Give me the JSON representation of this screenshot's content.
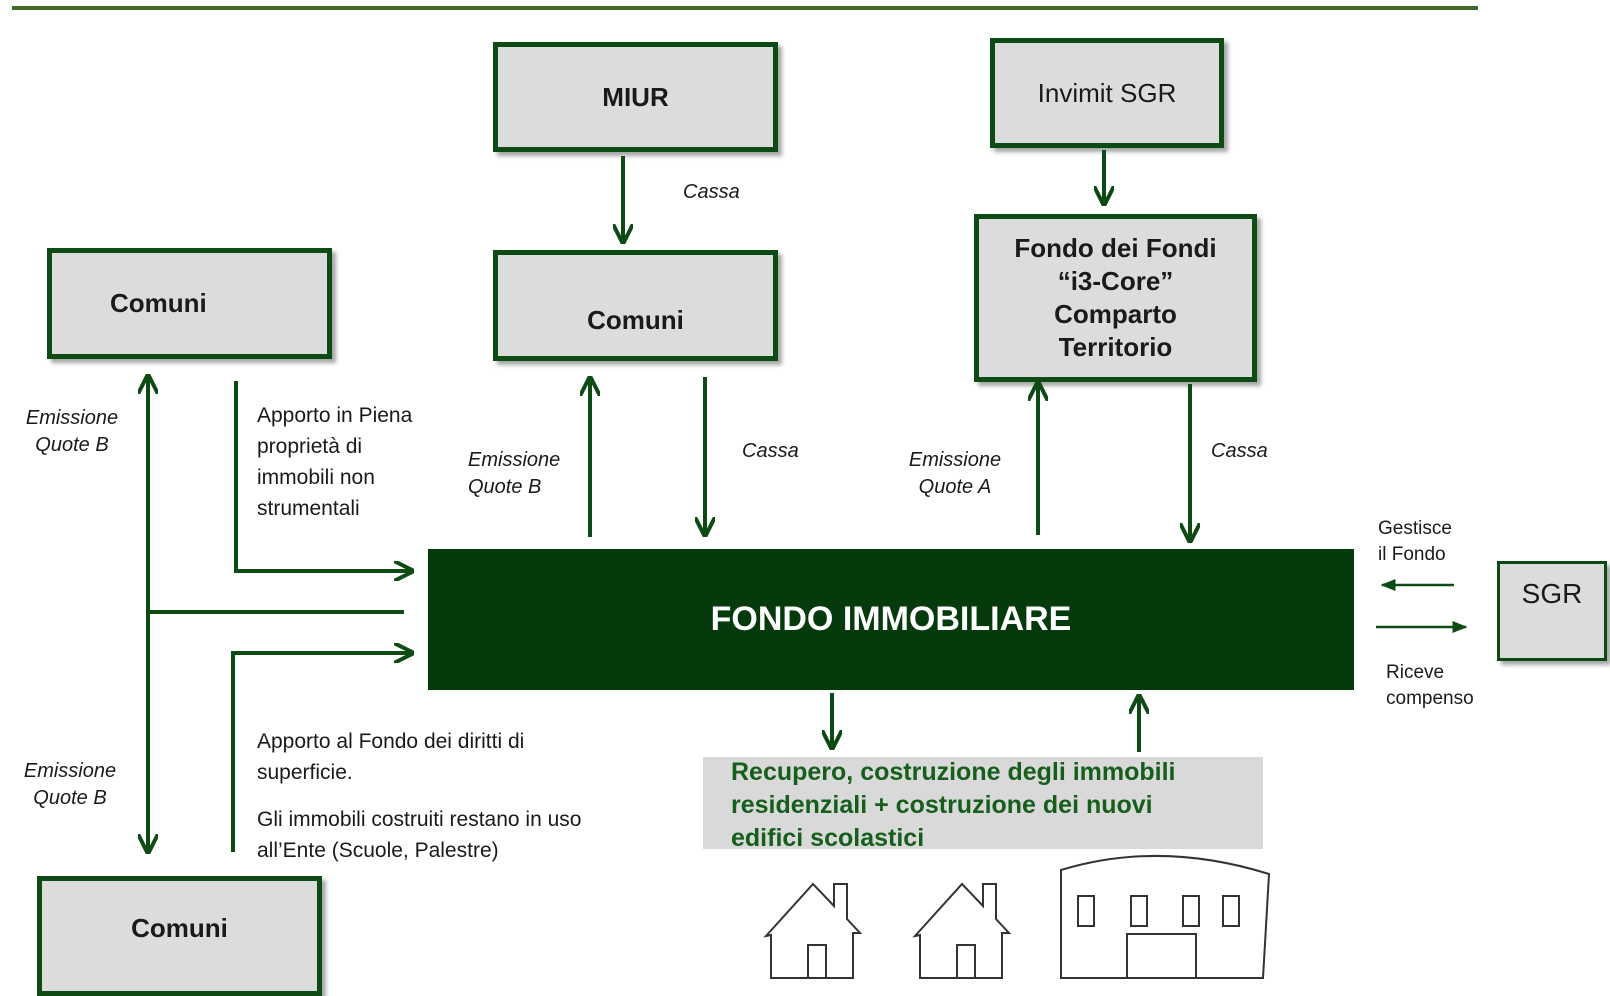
{
  "nodes": {
    "miur": "MIUR",
    "invimit": "Invimit SGR",
    "comuni_left": "Comuni",
    "comuni_center": "Comuni",
    "comuni_bottom": "Comuni",
    "fondo_fondi": [
      "Fondo dei Fondi",
      "“i3-Core”",
      "Comparto",
      "Territorio"
    ],
    "fondo_immobiliare": "FONDO IMMOBILIARE",
    "sgr": "SGR"
  },
  "labels": {
    "cassa_miur": "Cassa",
    "cassa_center": "Cassa",
    "cassa_right": "Cassa",
    "emissione_left_top": [
      "Emissione",
      "Quote B"
    ],
    "emissione_left_bottom": [
      "Emissione",
      "Quote B"
    ],
    "emissione_center": [
      "Emissione",
      "Quote B"
    ],
    "emissione_right": [
      "Emissione",
      "Quote A"
    ],
    "apporto_piena": [
      "Apporto in Piena",
      "proprietà di",
      "immobili non",
      "strumentali"
    ],
    "apporto_diritti": [
      "Apporto al Fondo dei diritti di",
      "superficie."
    ],
    "immobili_costruiti": [
      "Gli immobili costruiti restano in uso",
      "all’Ente (Scuole, Palestre)"
    ],
    "gestisce": [
      "Gestisce",
      "il Fondo"
    ],
    "riceve": [
      "Riceve",
      "compenso"
    ],
    "recupero": [
      "Recupero, costruzione degli immobili",
      "residenziali + costruzione dei nuovi",
      "edifici scolastici"
    ]
  },
  "colors": {
    "dark_green": "#0d4a14",
    "fondo_green": "#053b0c",
    "box_grey": "#dcdcdc",
    "text_green": "#165e1c"
  },
  "icons": [
    "house-icon",
    "house-icon",
    "school-building-icon"
  ]
}
